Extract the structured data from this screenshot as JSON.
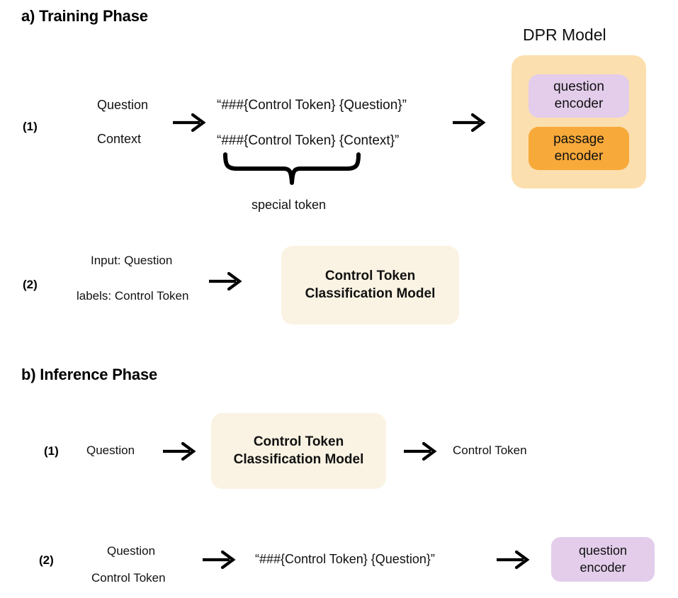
{
  "figure": {
    "background_color": "#FFFFFF",
    "palette": {
      "dpr_outer": "#FCDFAE",
      "question_encoder": "#E3CDEB",
      "passage_encoder": "#F7A93A",
      "classifier_box": "#FAF3E3",
      "text": "#111111",
      "arrow": "#000000"
    }
  },
  "sections": {
    "training": {
      "title": "a) Training Phase",
      "step1": {
        "number": "(1)",
        "inputs": [
          "Question",
          "Context"
        ],
        "arrow1": "arrow-right",
        "templates": [
          "“###{Control Token} {Question}”",
          "“###{Control Token} {Context}”"
        ],
        "brace_label": "special token",
        "arrow2": "arrow-right",
        "model": {
          "caption": "DPR Model",
          "encoders": [
            {
              "line1": "question",
              "line2": "encoder"
            },
            {
              "line1": "passage",
              "line2": "encoder"
            }
          ]
        }
      },
      "step2": {
        "number": "(2)",
        "inputs": [
          "Input: Question",
          "labels: Control Token"
        ],
        "arrow1": "arrow-right",
        "box": {
          "line1": "Control Token",
          "line2": "Classification Model"
        }
      }
    },
    "inference": {
      "title": "b) Inference Phase",
      "step1": {
        "number": "(1)",
        "input": "Question",
        "arrow1": "arrow-right",
        "box": {
          "line1": "Control Token",
          "line2": "Classification Model"
        },
        "arrow2": "arrow-right",
        "output": "Control Token"
      },
      "step2": {
        "number": "(2)",
        "inputs": [
          "Question",
          "Control Token"
        ],
        "arrow1": "arrow-right",
        "template": "“###{Control Token} {Question}”",
        "arrow2": "arrow-right",
        "encoder": {
          "line1": "question",
          "line2": "encoder"
        }
      }
    }
  }
}
